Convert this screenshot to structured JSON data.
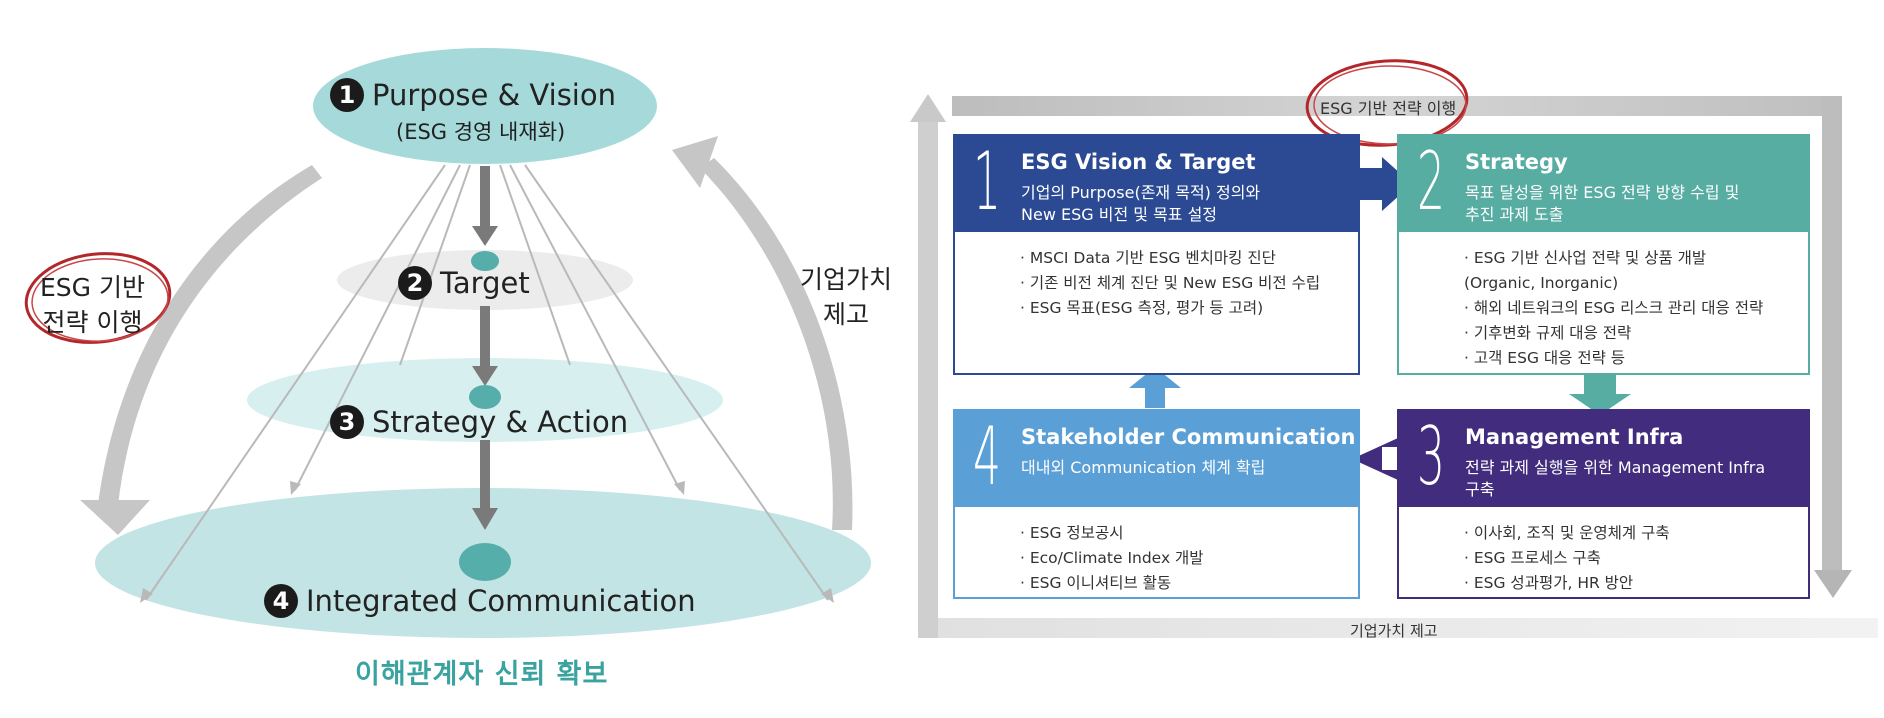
{
  "left": {
    "levels": [
      {
        "num": "1",
        "title": "Purpose & Vision",
        "subtitle": "(ESG 경영 내재화)"
      },
      {
        "num": "2",
        "title": "Target"
      },
      {
        "num": "3",
        "title": "Strategy & Action"
      },
      {
        "num": "4",
        "title": "Integrated Communication"
      }
    ],
    "left_side_label": "ESG 기반\n전략 이행",
    "right_side_label": "기업가치\n제고",
    "footer": "이해관계자 신뢰 확보"
  },
  "right": {
    "top_label": "ESG 기반 전략 이행",
    "bottom_label": "기업가치 제고",
    "boxes": [
      {
        "num": "1",
        "title": "ESG Vision & Target",
        "desc": "기업의 Purpose(존재 목적) 정의와\nNew ESG 비전 및 목표 설정",
        "items": [
          "MSCI Data 기반 ESG 벤치마킹 진단",
          "기존 비전 체계 진단 및 New ESG 비전 수립",
          "ESG 목표(ESG 측정, 평가 등 고려)"
        ]
      },
      {
        "num": "2",
        "title": "Strategy",
        "desc": "목표 달성을 위한 ESG 전략 방향 수립 및\n추진 과제 도출",
        "items": [
          "ESG 기반 신사업 전략 및 상품 개발\n(Organic, Inorganic)",
          "해외 네트워크의 ESG 리스크 관리 대응 전략",
          "기후변화 규제 대응 전략",
          "고객 ESG 대응 전략 등"
        ]
      },
      {
        "num": "3",
        "title": "Management Infra",
        "desc": "전략 과제 실행을 위한 Management Infra\n구축",
        "items": [
          "이사회, 조직 및 운영체계 구축",
          "ESG 프로세스 구축",
          "ESG 성과평가, HR 방안"
        ]
      },
      {
        "num": "4",
        "title": "Stakeholder Communication",
        "desc": "대내외 Communication 체계 확립",
        "items": [
          "ESG 정보공시",
          "Eco/Climate Index 개발",
          "ESG 이니셔티브 활동"
        ]
      }
    ]
  },
  "colors": {
    "teal": "#a6dada",
    "box1": "#2b4a93",
    "box2": "#58ada3",
    "box3": "#412c7e",
    "box4": "#5a9fd6",
    "red_circle": "#b3262a"
  }
}
